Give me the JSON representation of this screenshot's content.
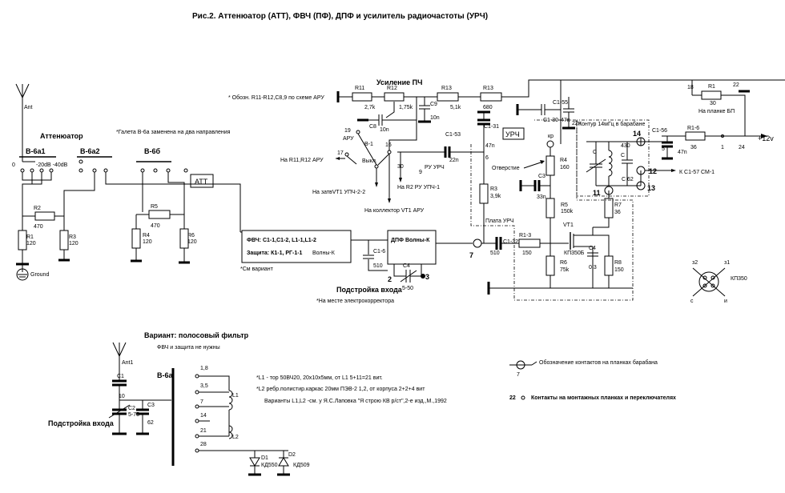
{
  "title": "Рис.2. Аттенюатор (АТТ), ФВЧ (ПФ), ДПФ и усилитель радиочастоты (УРЧ)",
  "labels": {
    "ant": "Ant",
    "attenuator": "Аттенюатор",
    "b6a1": "В-6а1",
    "b6a2": "В-6а2",
    "b6b": "В-6б",
    "pos0": "0",
    "att_levels": "-20dB -40dB",
    "galeta_note": "*Галета В-6а заменена на два направления",
    "att_box": "АТТ",
    "r2": "R2",
    "r2v": "470",
    "r1": "R1",
    "r1v": "120",
    "r3": "R3",
    "r3v": "120",
    "r5": "R5",
    "r5v": "470",
    "r4": "R4",
    "r4v": "120",
    "r6": "R6",
    "r6v": "120",
    "ground": "Ground",
    "fvch_line1": "ФВЧ: С1-1,С1-2, L1-1,L1-2",
    "fvch_line2": "Защита: К1-1, РГ-1-1",
    "fvch_variant": "Волны-К",
    "see_variant": "*См вариант",
    "c16": "С1-6",
    "c16v": "510",
    "dpf_box": "ДПФ Волны-К",
    "c4": "С4",
    "c4range": "5-50",
    "pin2": "2",
    "pin3": "3",
    "tune_input": "Подстройка входа",
    "electro_note": "*На месте электрокорректора",
    "if_gain": "Усиление ПЧ",
    "aru_note": "* Обозн. R11-R12,С8,9 по схеме АРУ",
    "r11": "R11",
    "r11v": "2,7k",
    "r12": "R12",
    "r12v": "1,75k",
    "r13a": "R13",
    "r13av": "5,1k",
    "r13b": "R13",
    "r13bv": "680",
    "c8": "С8",
    "c8v": "10n",
    "c9": "С9",
    "c9v": "10n",
    "c153": "С1-53",
    "c153v": "22n",
    "c131": "С1-31",
    "c131v": "47n",
    "urch_box": "УРЧ",
    "c130": "С1-30",
    "c130v": "47n",
    "c155": "С1-55",
    "c155v": "22n",
    "n18": "18",
    "r1top": "R1",
    "r1topv": "30",
    "bp_note": "На планке БП",
    "n22": "22",
    "kontur": "Контур 14мГц в барабане",
    "n14": "14",
    "c156": "С1-56",
    "c156v": "47n",
    "r16": "R1-6",
    "r16v": "36",
    "n5": "5",
    "n1": "1",
    "n24": "24",
    "plus12": "+12v",
    "c430": "430",
    "c_small": "С",
    "c_small2": "С",
    "n12": "12",
    "n11": "11",
    "n13": "13",
    "c62": "С 62",
    "kc157": "К С1-57 СМ-1",
    "kr": "кр",
    "aru_sw": "АРУ",
    "n19": "19",
    "b1": "В-1",
    "n17": "17",
    "n16": "16",
    "vykl": "Выкл.",
    "to_r11r12": "На R11,R12  АРУ",
    "n30": "30",
    "n9": "9",
    "ru_urch": "РУ УРЧ",
    "n6": "6",
    "otverstie": "Отверстие",
    "to_r2": "На R2 РУ УПЧ-1",
    "to_gate": "На затвVT1 УПЧ-2-2",
    "to_coll": "На коллектор VT1 АРУ",
    "r4b": "R4",
    "r4bv": "160",
    "c3": "С3",
    "c3v": "33n",
    "r3b": "R3",
    "r3bv": "3,9k",
    "r5b": "R5",
    "r5bv": "150k",
    "plata": "Плата УРЧ",
    "vt1": "VT1",
    "r7": "R7",
    "r7v": "36",
    "n7": "7",
    "c132": "С1-32",
    "c132v": "510",
    "r13c": "R1-3",
    "r13cv": "150",
    "kp350b": "КП350Б",
    "c4b": "С4",
    "c4bv": "0,3",
    "r8": "R8",
    "r8v": "150",
    "r6b": "R6",
    "r6bv": "75k",
    "z2": "з2",
    "z1": "з1",
    "kp350": "КП350",
    "pin_s": "с",
    "pin_i": "и",
    "variant_title": "Вариант: полосовый фильтр",
    "variant_sub": "ФВЧ и защита не нужны",
    "ant1": "Ant1",
    "c1": "С1",
    "n10": "10",
    "c2": "С2",
    "c2v": "5-75",
    "c3var": "С3",
    "c3varv": "62",
    "tune_input2": "Подстройка входа",
    "b6a": "В-6а",
    "p18": "1,8",
    "p35": "3,5",
    "p7": "7",
    "p14": "14",
    "p21": "21",
    "p28": "28",
    "l1": "L1",
    "l2": "L2",
    "d1": "D1",
    "d1v": "КД550",
    "d2": "D2",
    "d2v": "КД509",
    "note1": "*L1 - тор 50ВЧ20, 20х10х5мм,  от L1 5+11=21 вит.",
    "note2": "*L2 ребр.полистир.каркас 20мм ПЭВ-2 1,2, от корпуса 2+2+4 вит",
    "note3": "Варианты L1,L2 -см. у Я.С.Лаповка \"Я строю КВ р/ст\",2-е изд.,М.,1992",
    "legend_num": "7",
    "legend_text": "Обозначение контактов на планках барабана",
    "legend2_num": "22",
    "legend2_text": "Контакты на монтажных планках и переключателях"
  }
}
